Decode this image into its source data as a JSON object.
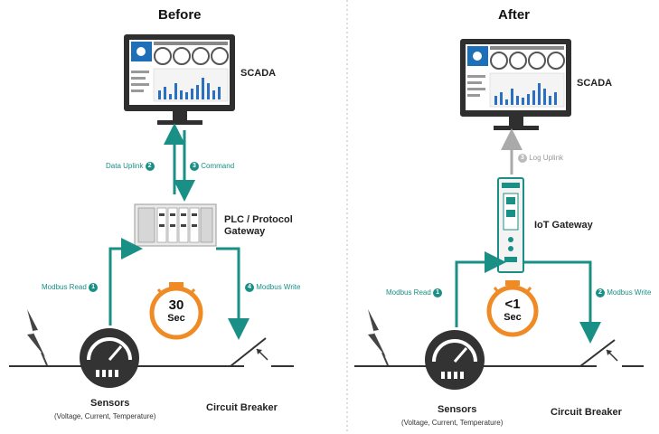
{
  "before": {
    "title": "Before",
    "scada_label": "SCADA",
    "data_uplink": "Data Uplink",
    "data_uplink_num": "2",
    "command": "Command",
    "command_num": "3",
    "plc_label_1": "PLC / Protocol",
    "plc_label_2": "Gateway",
    "modbus_read": "Modbus Read",
    "modbus_read_num": "1",
    "modbus_write": "Modbus Write",
    "modbus_write_num": "4",
    "timer_value": "30",
    "timer_unit": "Sec",
    "sensors": "Sensors",
    "sensors_sub": "(Voltage, Current, Temperature)",
    "breaker": "Circuit Breaker"
  },
  "after": {
    "title": "After",
    "scada_label": "SCADA",
    "log_uplink": "Log Uplink",
    "log_uplink_num": "3",
    "gateway_label": "IoT Gateway",
    "modbus_read": "Modbus Read",
    "modbus_read_num": "1",
    "modbus_write": "Modbus Write",
    "modbus_write_num": "2",
    "timer_value": "<1",
    "timer_unit": "Sec",
    "sensors": "Sensors",
    "sensors_sub": "(Voltage, Current, Temperature)",
    "breaker": "Circuit Breaker"
  },
  "colors": {
    "teal": "#1a8f86",
    "orange": "#f08a24",
    "dark": "#333333",
    "grey": "#aaaaaa"
  }
}
